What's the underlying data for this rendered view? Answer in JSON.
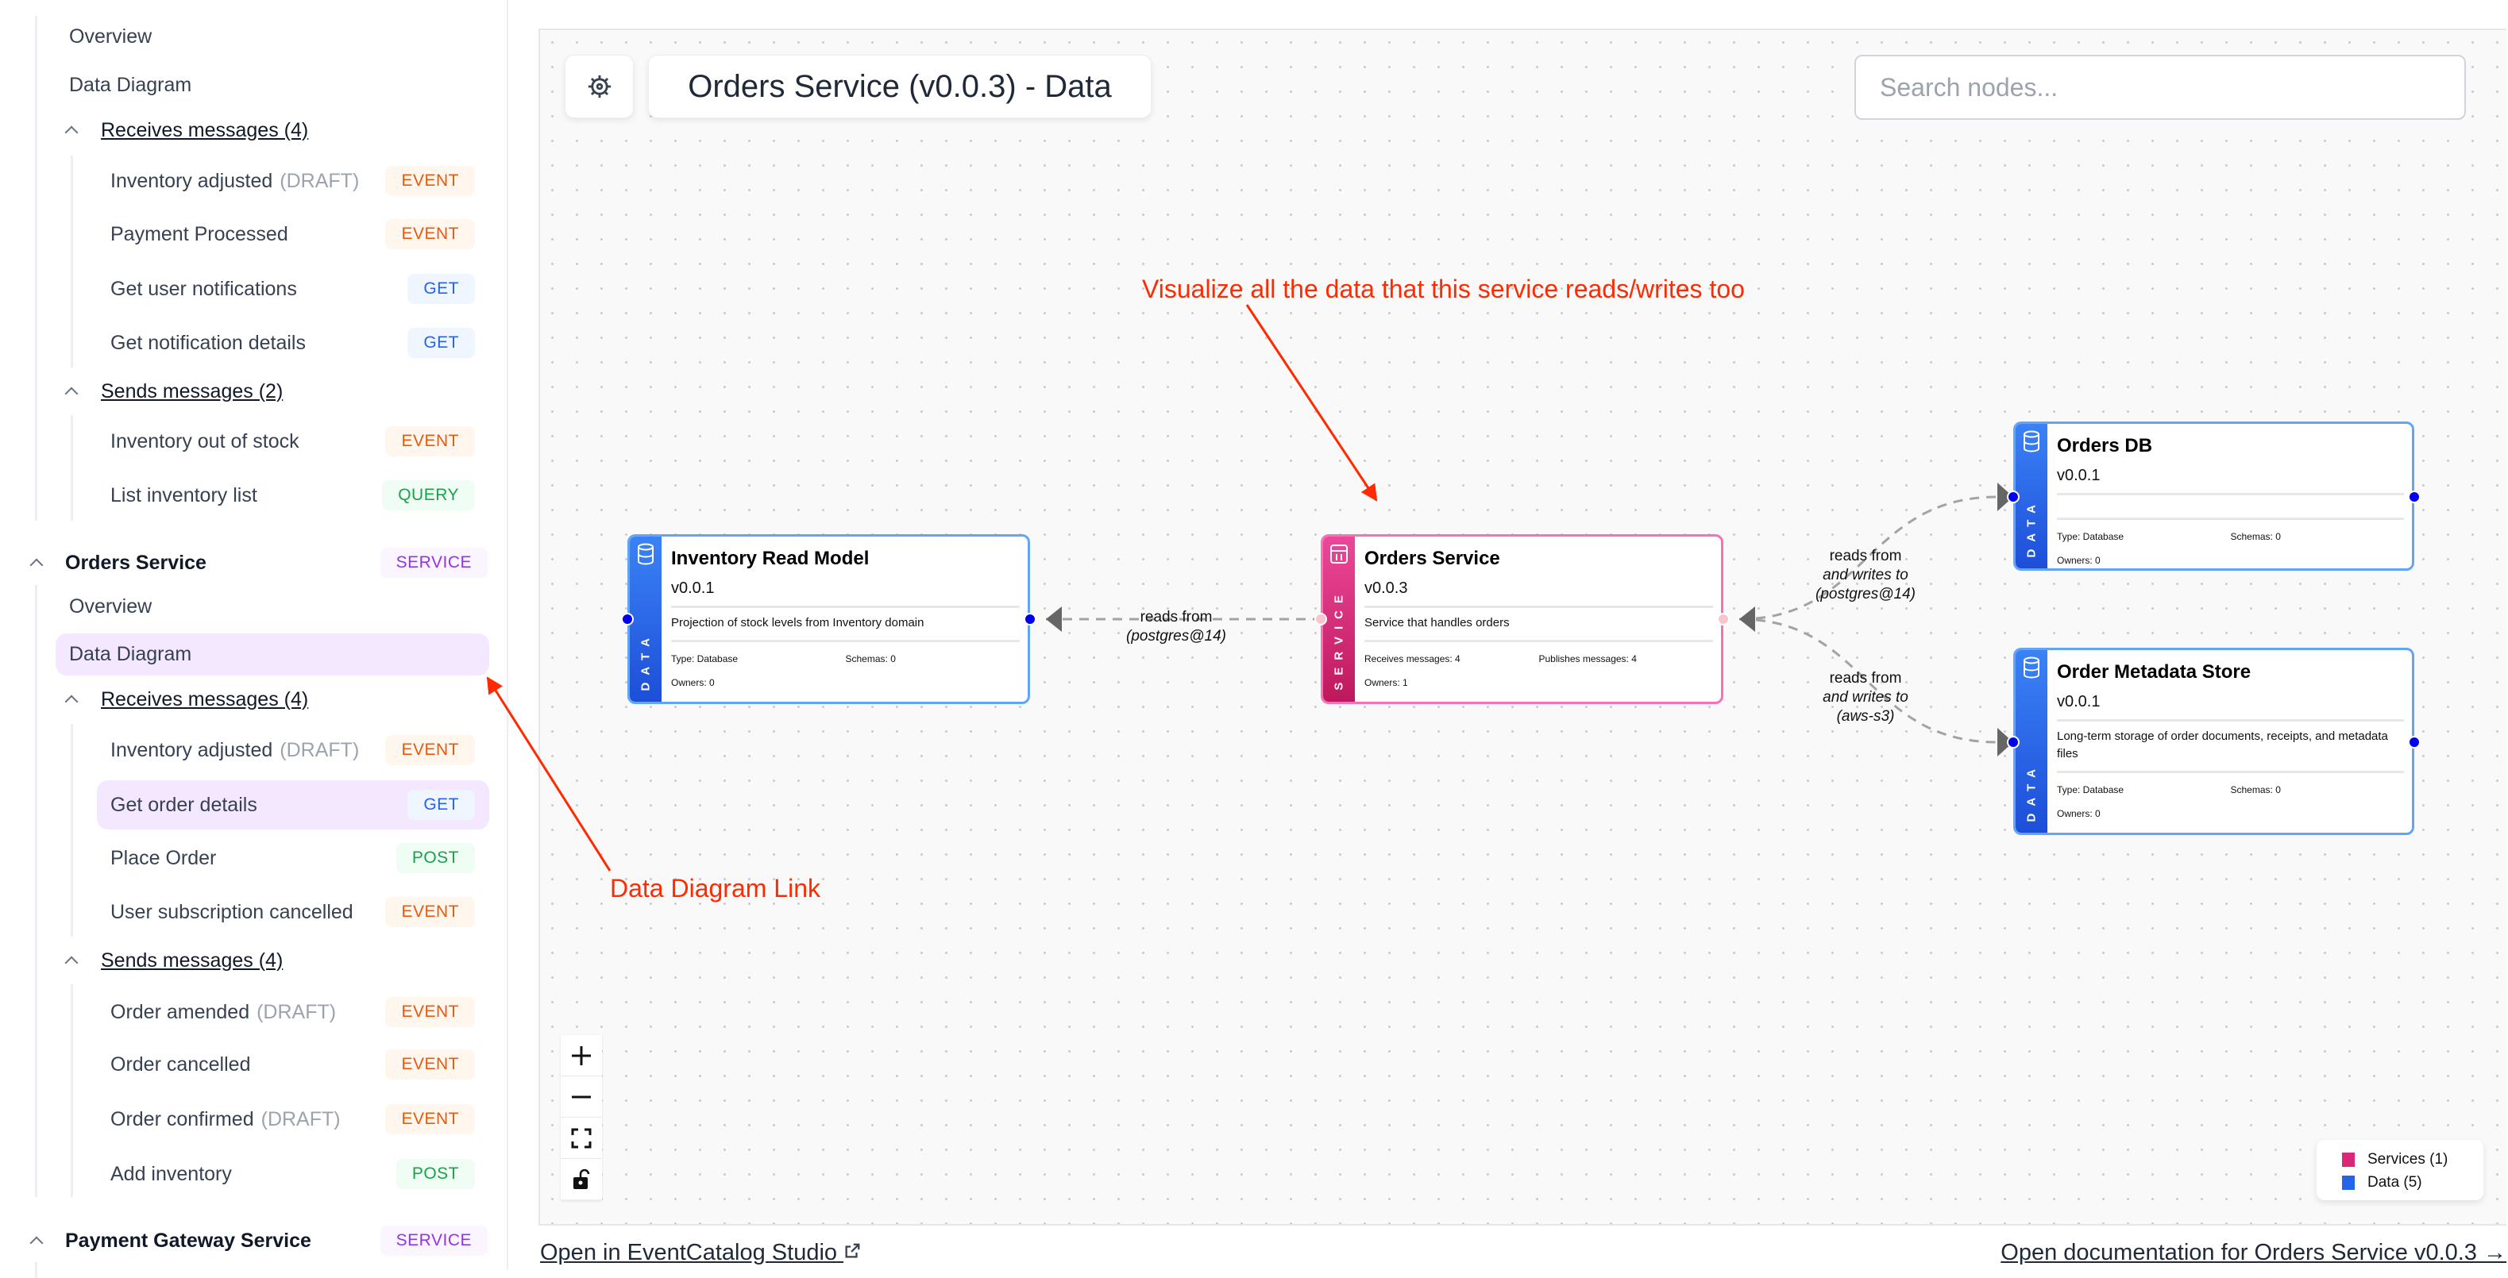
{
  "sidebar": {
    "rows": [
      {
        "kind": "link",
        "label": "Overview"
      },
      {
        "kind": "link",
        "label": "Data Diagram"
      },
      {
        "kind": "header",
        "label": "Receives messages (4)"
      },
      {
        "kind": "item",
        "label": "Inventory adjusted",
        "draft": "(DRAFT)",
        "badge": "EVENT"
      },
      {
        "kind": "item",
        "label": "Payment Processed",
        "badge": "EVENT"
      },
      {
        "kind": "item",
        "label": "Get user notifications",
        "badge": "GET"
      },
      {
        "kind": "item",
        "label": "Get notification details",
        "badge": "GET"
      },
      {
        "kind": "header",
        "label": "Sends messages (2)"
      },
      {
        "kind": "item",
        "label": "Inventory out of stock",
        "badge": "EVENT"
      },
      {
        "kind": "item",
        "label": "List inventory list",
        "badge": "QUERY"
      },
      {
        "kind": "service",
        "label": "Orders Service",
        "badge": "SERVICE"
      },
      {
        "kind": "link",
        "label": "Overview"
      },
      {
        "kind": "link",
        "label": "Data Diagram",
        "active": true
      },
      {
        "kind": "header",
        "label": "Receives messages (4)"
      },
      {
        "kind": "item",
        "label": "Inventory adjusted",
        "draft": "(DRAFT)",
        "badge": "EVENT"
      },
      {
        "kind": "item",
        "label": "Get order details",
        "badge": "GET",
        "active": true
      },
      {
        "kind": "item",
        "label": "Place Order",
        "badge": "POST"
      },
      {
        "kind": "item",
        "label": "User subscription cancelled",
        "badge": "EVENT"
      },
      {
        "kind": "header",
        "label": "Sends messages (4)"
      },
      {
        "kind": "item",
        "label": "Order amended",
        "draft": "(DRAFT)",
        "badge": "EVENT"
      },
      {
        "kind": "item",
        "label": "Order cancelled",
        "badge": "EVENT"
      },
      {
        "kind": "item",
        "label": "Order confirmed",
        "draft": "(DRAFT)",
        "badge": "EVENT"
      },
      {
        "kind": "item",
        "label": "Add inventory",
        "badge": "POST"
      },
      {
        "kind": "service",
        "label": "Payment Gateway Service",
        "badge": "SERVICE"
      }
    ]
  },
  "canvas": {
    "title": "Orders Service (v0.0.3) - Data",
    "settings_icon": "gear-icon",
    "search_placeholder": "Search nodes...",
    "nodes": {
      "inventory": {
        "type_label": "DATA",
        "title": "Inventory Read Model",
        "version": "v0.0.1",
        "description": "Projection of stock levels from Inventory domain",
        "type": "Type: Database",
        "schemas": "Schemas: 0",
        "owners": "Owners: 0"
      },
      "orders": {
        "type_label": "SERVICE",
        "title": "Orders Service",
        "version": "v0.0.3",
        "description": "Service that handles orders",
        "receives": "Receives messages: 4",
        "publishes": "Publishes messages: 4",
        "owners": "Owners: 1"
      },
      "ordersdb": {
        "type_label": "DATA",
        "title": "Orders DB",
        "version": "v0.0.1",
        "description": "",
        "type": "Type: Database",
        "schemas": "Schemas: 0",
        "owners": "Owners: 0"
      },
      "metadata": {
        "type_label": "DATA",
        "title": "Order Metadata Store",
        "version": "v0.0.1",
        "description": "Long-term storage of order documents, receipts, and metadata files",
        "type": "Type: Database",
        "schemas": "Schemas: 0",
        "owners": "Owners: 0"
      }
    },
    "edges": {
      "e1": {
        "line1": "reads from",
        "line2": "(postgres@14)"
      },
      "e2": {
        "line1": "reads from",
        "line2": "and writes to",
        "line3": "(postgres@14)"
      },
      "e3": {
        "line1": "reads from",
        "line2": "and writes to",
        "line3": "(aws-s3)"
      }
    },
    "annotations": {
      "top": "Visualize all the data that this service reads/writes too",
      "left": "Data Diagram Link"
    },
    "legend": [
      {
        "label": "Services (1)",
        "color": "#db2777"
      },
      {
        "label": "Data (5)",
        "color": "#2563eb"
      }
    ],
    "colors": {
      "data": "#2563eb",
      "service": "#db2777",
      "annotation": "#ff2a00",
      "active_bg": "#f3e8ff"
    }
  },
  "footer": {
    "studio_link": "Open in EventCatalog Studio",
    "docs_link": "Open documentation for Orders Service v0.0.3 →"
  }
}
